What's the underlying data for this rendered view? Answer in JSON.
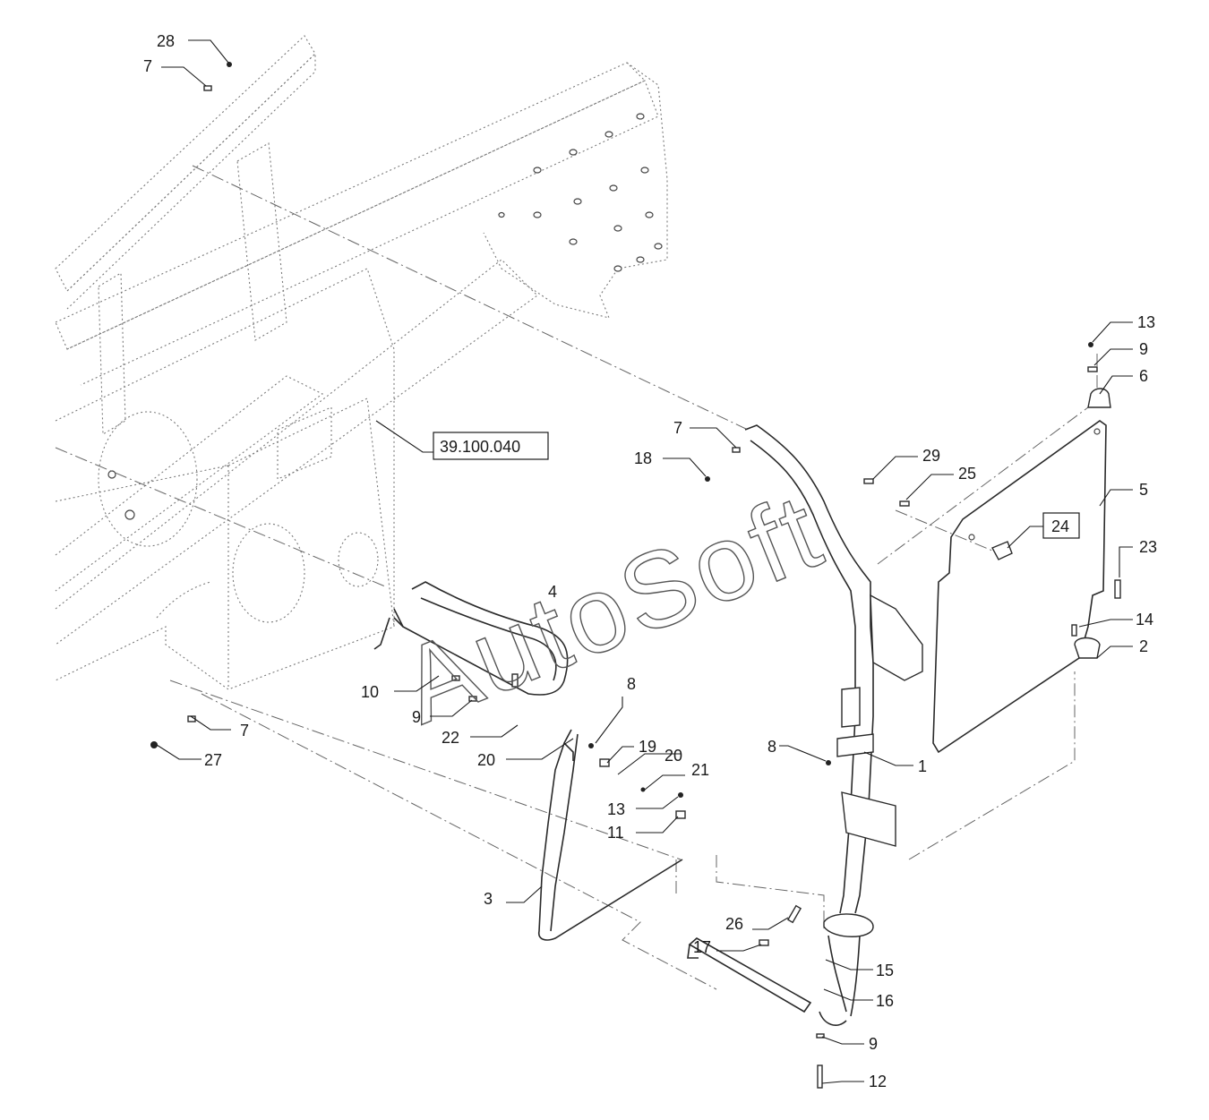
{
  "diagram": {
    "watermark": "AutoSoft",
    "reference_box": "39.100.040",
    "boxed_part": "24",
    "callouts": [
      {
        "id": "c28",
        "label": "28"
      },
      {
        "id": "c7a",
        "label": "7"
      },
      {
        "id": "c13a",
        "label": "13"
      },
      {
        "id": "c9a",
        "label": "9"
      },
      {
        "id": "c6",
        "label": "6"
      },
      {
        "id": "c7b",
        "label": "7"
      },
      {
        "id": "c18",
        "label": "18"
      },
      {
        "id": "c29",
        "label": "29"
      },
      {
        "id": "c25",
        "label": "25"
      },
      {
        "id": "c5",
        "label": "5"
      },
      {
        "id": "c23",
        "label": "23"
      },
      {
        "id": "c4",
        "label": "4"
      },
      {
        "id": "c14",
        "label": "14"
      },
      {
        "id": "c2",
        "label": "2"
      },
      {
        "id": "c10",
        "label": "10"
      },
      {
        "id": "c9b",
        "label": "9"
      },
      {
        "id": "c22",
        "label": "22"
      },
      {
        "id": "c7c",
        "label": "7"
      },
      {
        "id": "c27",
        "label": "27"
      },
      {
        "id": "c8a",
        "label": "8"
      },
      {
        "id": "c20a",
        "label": "20"
      },
      {
        "id": "c19",
        "label": "19"
      },
      {
        "id": "c20b",
        "label": "20"
      },
      {
        "id": "c21",
        "label": "21"
      },
      {
        "id": "c8b",
        "label": "8"
      },
      {
        "id": "c1",
        "label": "1"
      },
      {
        "id": "c13b",
        "label": "13"
      },
      {
        "id": "c11",
        "label": "11"
      },
      {
        "id": "c3",
        "label": "3"
      },
      {
        "id": "c26",
        "label": "26"
      },
      {
        "id": "c17",
        "label": "17"
      },
      {
        "id": "c15",
        "label": "15"
      },
      {
        "id": "c16",
        "label": "16"
      },
      {
        "id": "c9c",
        "label": "9"
      },
      {
        "id": "c12",
        "label": "12"
      }
    ]
  }
}
